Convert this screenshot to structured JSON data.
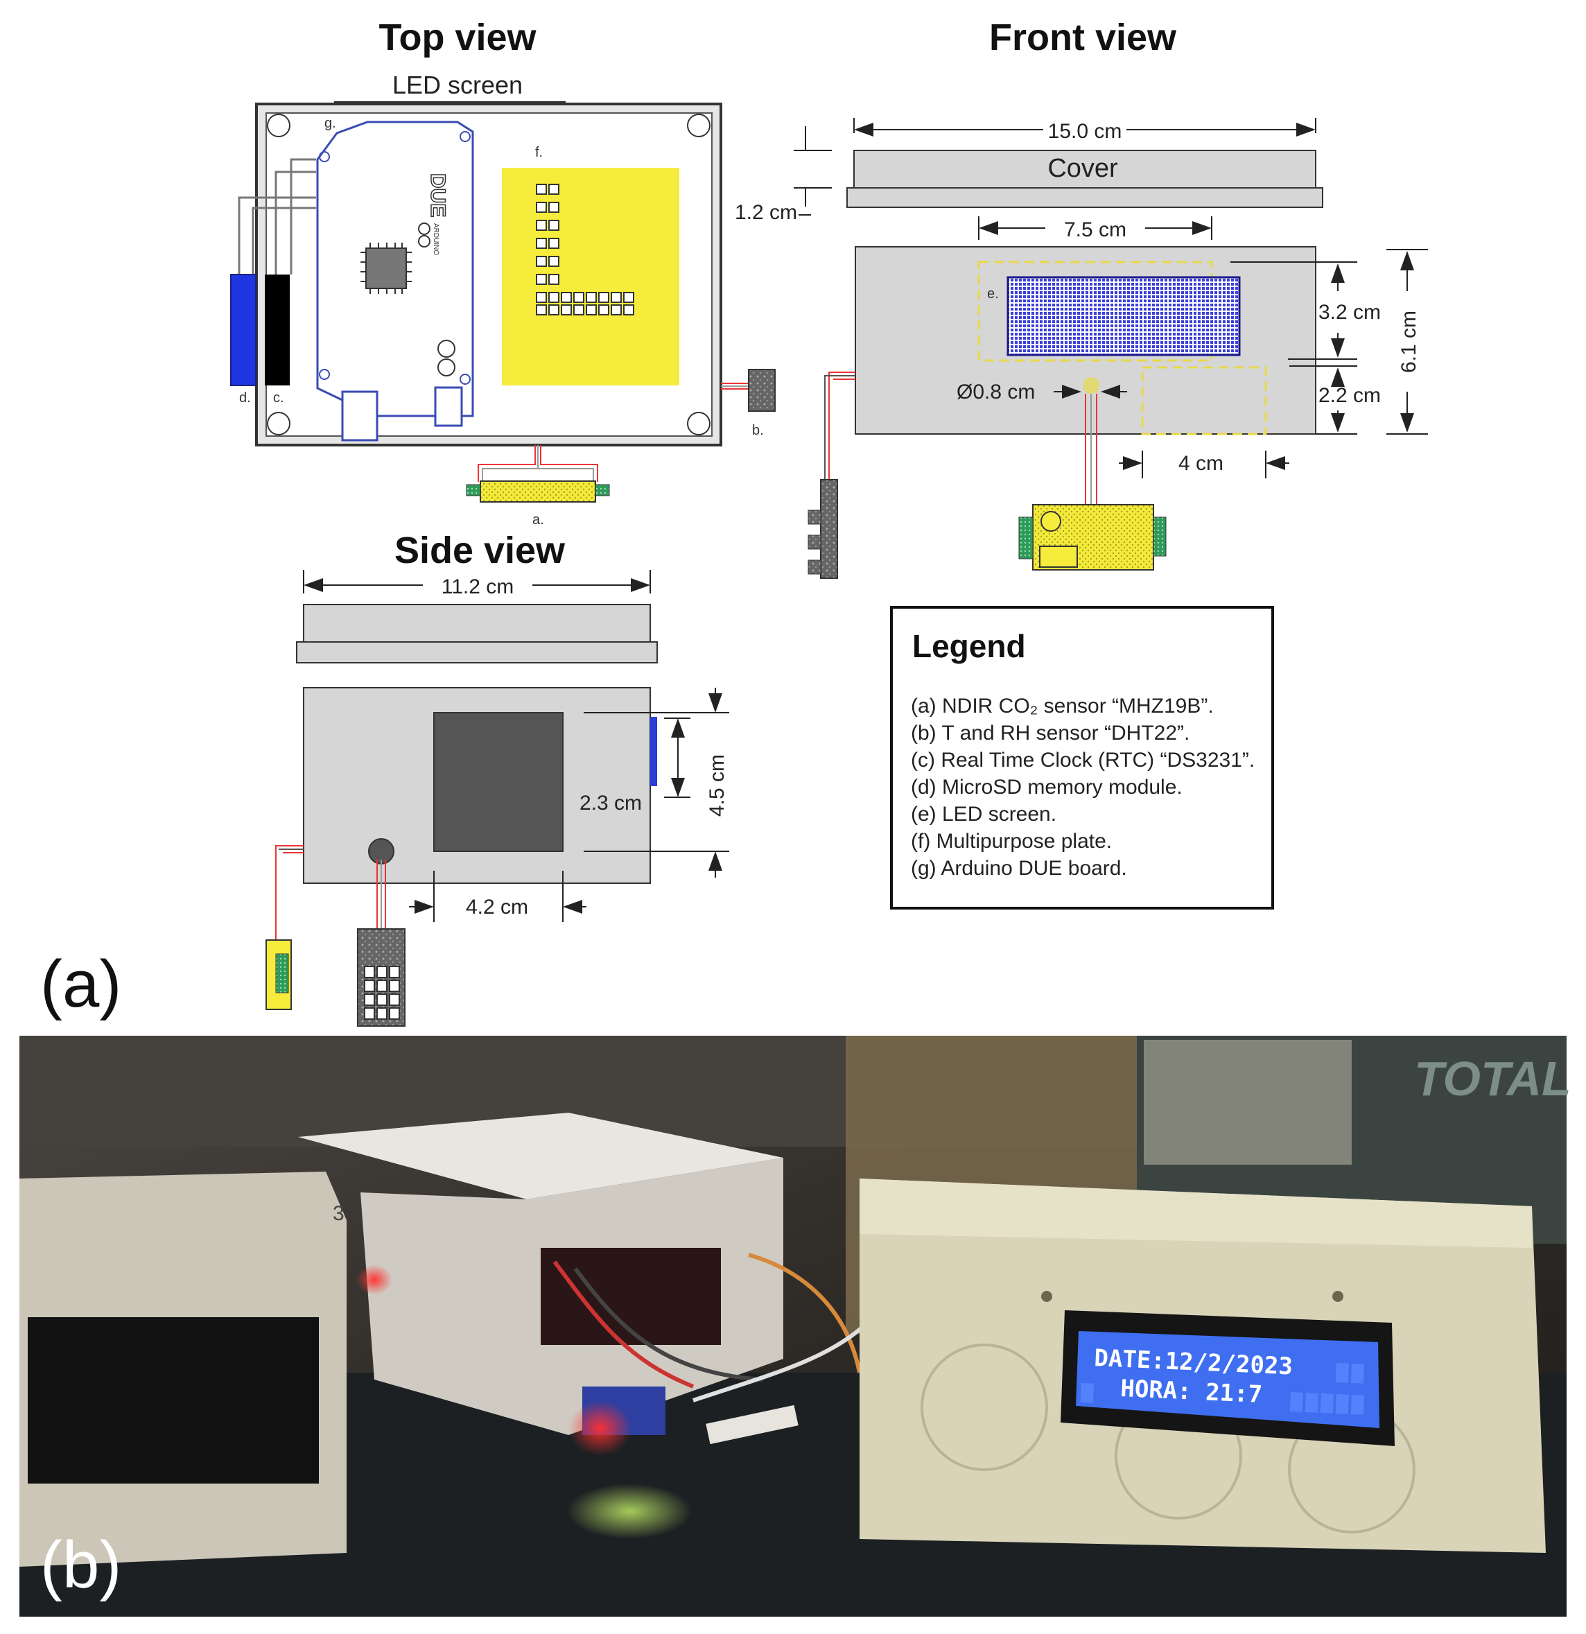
{
  "views": {
    "top": {
      "title": "Top view",
      "led_label": "LED screen",
      "board_mark": "DUE",
      "board_sub": "ARDUINO"
    },
    "front": {
      "title": "Front view",
      "cover_label": "Cover"
    },
    "side": {
      "title": "Side view"
    }
  },
  "dimensions": {
    "front_width": "15.0 cm",
    "cover_height": "1.2 cm",
    "screen_width": "7.5 cm",
    "screen_height": "3.2 cm",
    "box_height": "6.1 cm",
    "lower_height": "2.2 cm",
    "hole_diameter": "Ø0.8 cm",
    "sensor_width": "4 cm",
    "side_width": "11.2 cm",
    "side_box_height": "4.5 cm",
    "side_module_height": "2.3 cm",
    "side_spacing": "4.2 cm"
  },
  "component_letters": {
    "a": "a.",
    "b": "b.",
    "c": "c.",
    "d": "d.",
    "e": "e.",
    "f": "f.",
    "g": "g."
  },
  "legend": {
    "title": "Legend",
    "items": [
      "(a) NDIR CO₂ sensor “MHZ19B”.",
      "(b) T and RH sensor “DHT22”.",
      "(c) Real Time Clock (RTC) “DS3231”.",
      "(d) MicroSD memory module.",
      "(e) LED screen.",
      "(f) Multipurpose plate.",
      "(g) Arduino DUE board."
    ]
  },
  "panels": {
    "a": "(a)",
    "b": "(b)"
  },
  "photo": {
    "lcd_line1": "DATE:12/2/2023",
    "lcd_line2": "HORA: 21:7",
    "brand": "TOTAL",
    "box_mark": "3"
  },
  "colors": {
    "box_gray": "#d6d6d6",
    "plate_yellow": "#f6ec3b",
    "board_outline": "#3a4bb4",
    "lcd_blue": "#3f6ff0",
    "photo_bg": "#2e2b27"
  }
}
